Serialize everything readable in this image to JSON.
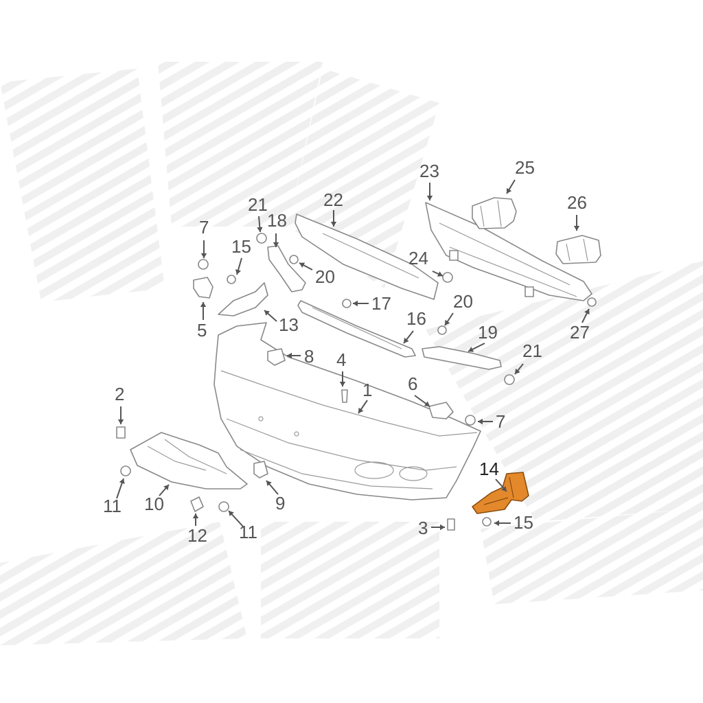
{
  "diagram": {
    "highlight_color": "#e3892b",
    "labels": {
      "l1": "1",
      "l2": "2",
      "l3": "3",
      "l4": "4",
      "l5": "5",
      "l6": "6",
      "l7a": "7",
      "l7b": "7",
      "l8": "8",
      "l9": "9",
      "l10": "10",
      "l11a": "11",
      "l11b": "11",
      "l12": "12",
      "l13": "13",
      "l14": "14",
      "l15a": "15",
      "l15b": "15",
      "l16": "16",
      "l17": "17",
      "l18": "18",
      "l19": "19",
      "l20a": "20",
      "l20b": "20",
      "l21a": "21",
      "l21b": "21",
      "l22": "22",
      "l23": "23",
      "l24": "24",
      "l25": "25",
      "l26": "26",
      "l27": "27"
    }
  }
}
